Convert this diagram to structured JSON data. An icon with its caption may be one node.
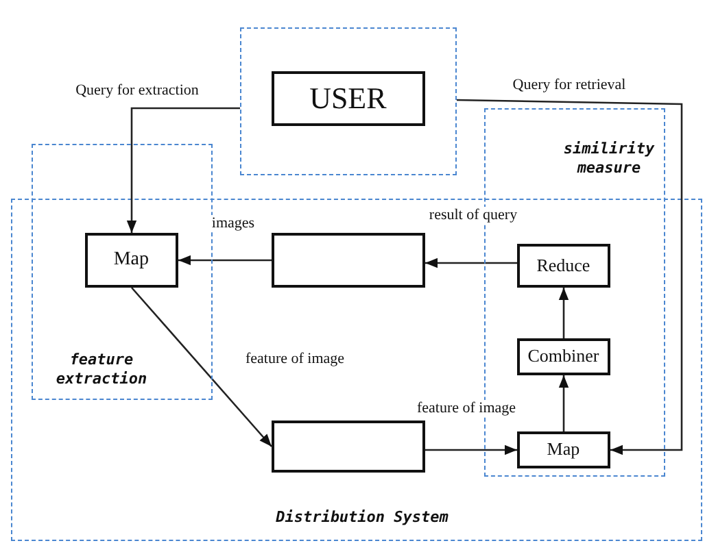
{
  "diagram": {
    "nodes": [
      {
        "text": [],
        "shape": "box"
      },
      {
        "text": [
          "USER"
        ],
        "in": 0
      },
      {
        "text": [
          "similirity measure"
        ]
      },
      {
        "text": [
          "feature extraction"
        ]
      },
      {
        "text": [
          "Map"
        ],
        "in": 3
      },
      {
        "text": [],
        "shape": "box"
      },
      {
        "text": [
          "Reduce"
        ],
        "in": 2
      },
      {
        "text": [
          "Combiner"
        ],
        "in": 2
      },
      {
        "text": [],
        "shape": "box"
      },
      {
        "text": [
          "Map"
        ],
        "in": 2
      }
    ],
    "edges": [
      {
        "from": 0,
        "to": 4,
        "arrow": "to",
        "label": "Query for extraction"
      },
      {
        "from": 0,
        "to": 9,
        "arrow": "to",
        "label": "Query for retrieval"
      },
      {
        "from": 5,
        "to": 4,
        "arrow": "to",
        "label": "images"
      },
      {
        "from": 6,
        "to": 5,
        "arrow": "to",
        "label": "result of query"
      },
      {
        "from": 4,
        "to": 8,
        "arrow": "to",
        "label": "feature of image"
      },
      {
        "from": 8,
        "to": 9,
        "arrow": "to",
        "label": "feature of image"
      },
      {
        "from": 9,
        "to": 7,
        "arrow": "to"
      },
      {
        "from": 7,
        "to": 6,
        "arrow": "to"
      }
    ],
    "labels": [
      "Distribution System"
    ]
  }
}
